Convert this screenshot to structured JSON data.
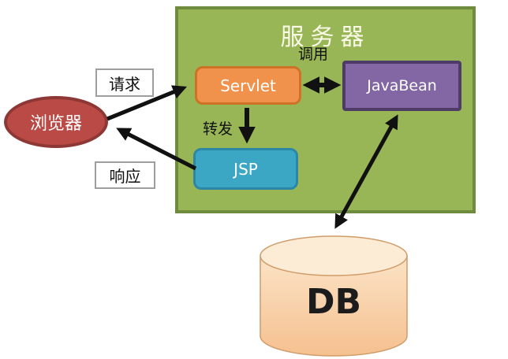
{
  "server": {
    "title": "服务器"
  },
  "nodes": {
    "browser": {
      "label": "浏览器"
    },
    "servlet": {
      "label": "Servlet"
    },
    "javabean": {
      "label": "JavaBean"
    },
    "jsp": {
      "label": "JSP"
    },
    "db": {
      "label": "DB"
    }
  },
  "edges": [
    {
      "from": "browser",
      "to": "servlet",
      "label": "请求",
      "arrowheads": "end"
    },
    {
      "from": "jsp",
      "to": "browser",
      "label": "响应",
      "arrowheads": "end"
    },
    {
      "from": "servlet",
      "to": "javabean",
      "label": "调用",
      "arrowheads": "both"
    },
    {
      "from": "servlet",
      "to": "jsp",
      "label": "转发",
      "arrowheads": "end"
    },
    {
      "from": "javabean",
      "to": "db",
      "label": "",
      "arrowheads": "both"
    }
  ],
  "colors": {
    "server_fill": "#98B655",
    "server_border": "#6F8C3E",
    "browser_fill": "#B94A45",
    "browser_border": "#8E3835",
    "servlet_fill": "#F0924B",
    "servlet_border": "#CD7226",
    "jsp_fill": "#3BA7C5",
    "jsp_border": "#2B87A5",
    "javabean_fill": "#8267A4",
    "javabean_border": "#4E3B68",
    "db_fill_light": "#FCEBD5",
    "db_fill_dark": "#F5C08F",
    "db_border": "#CF9C6A",
    "arrow": "#111111",
    "label_box_border": "#9E9E9E",
    "server_title_text": "#FAFAE8"
  }
}
